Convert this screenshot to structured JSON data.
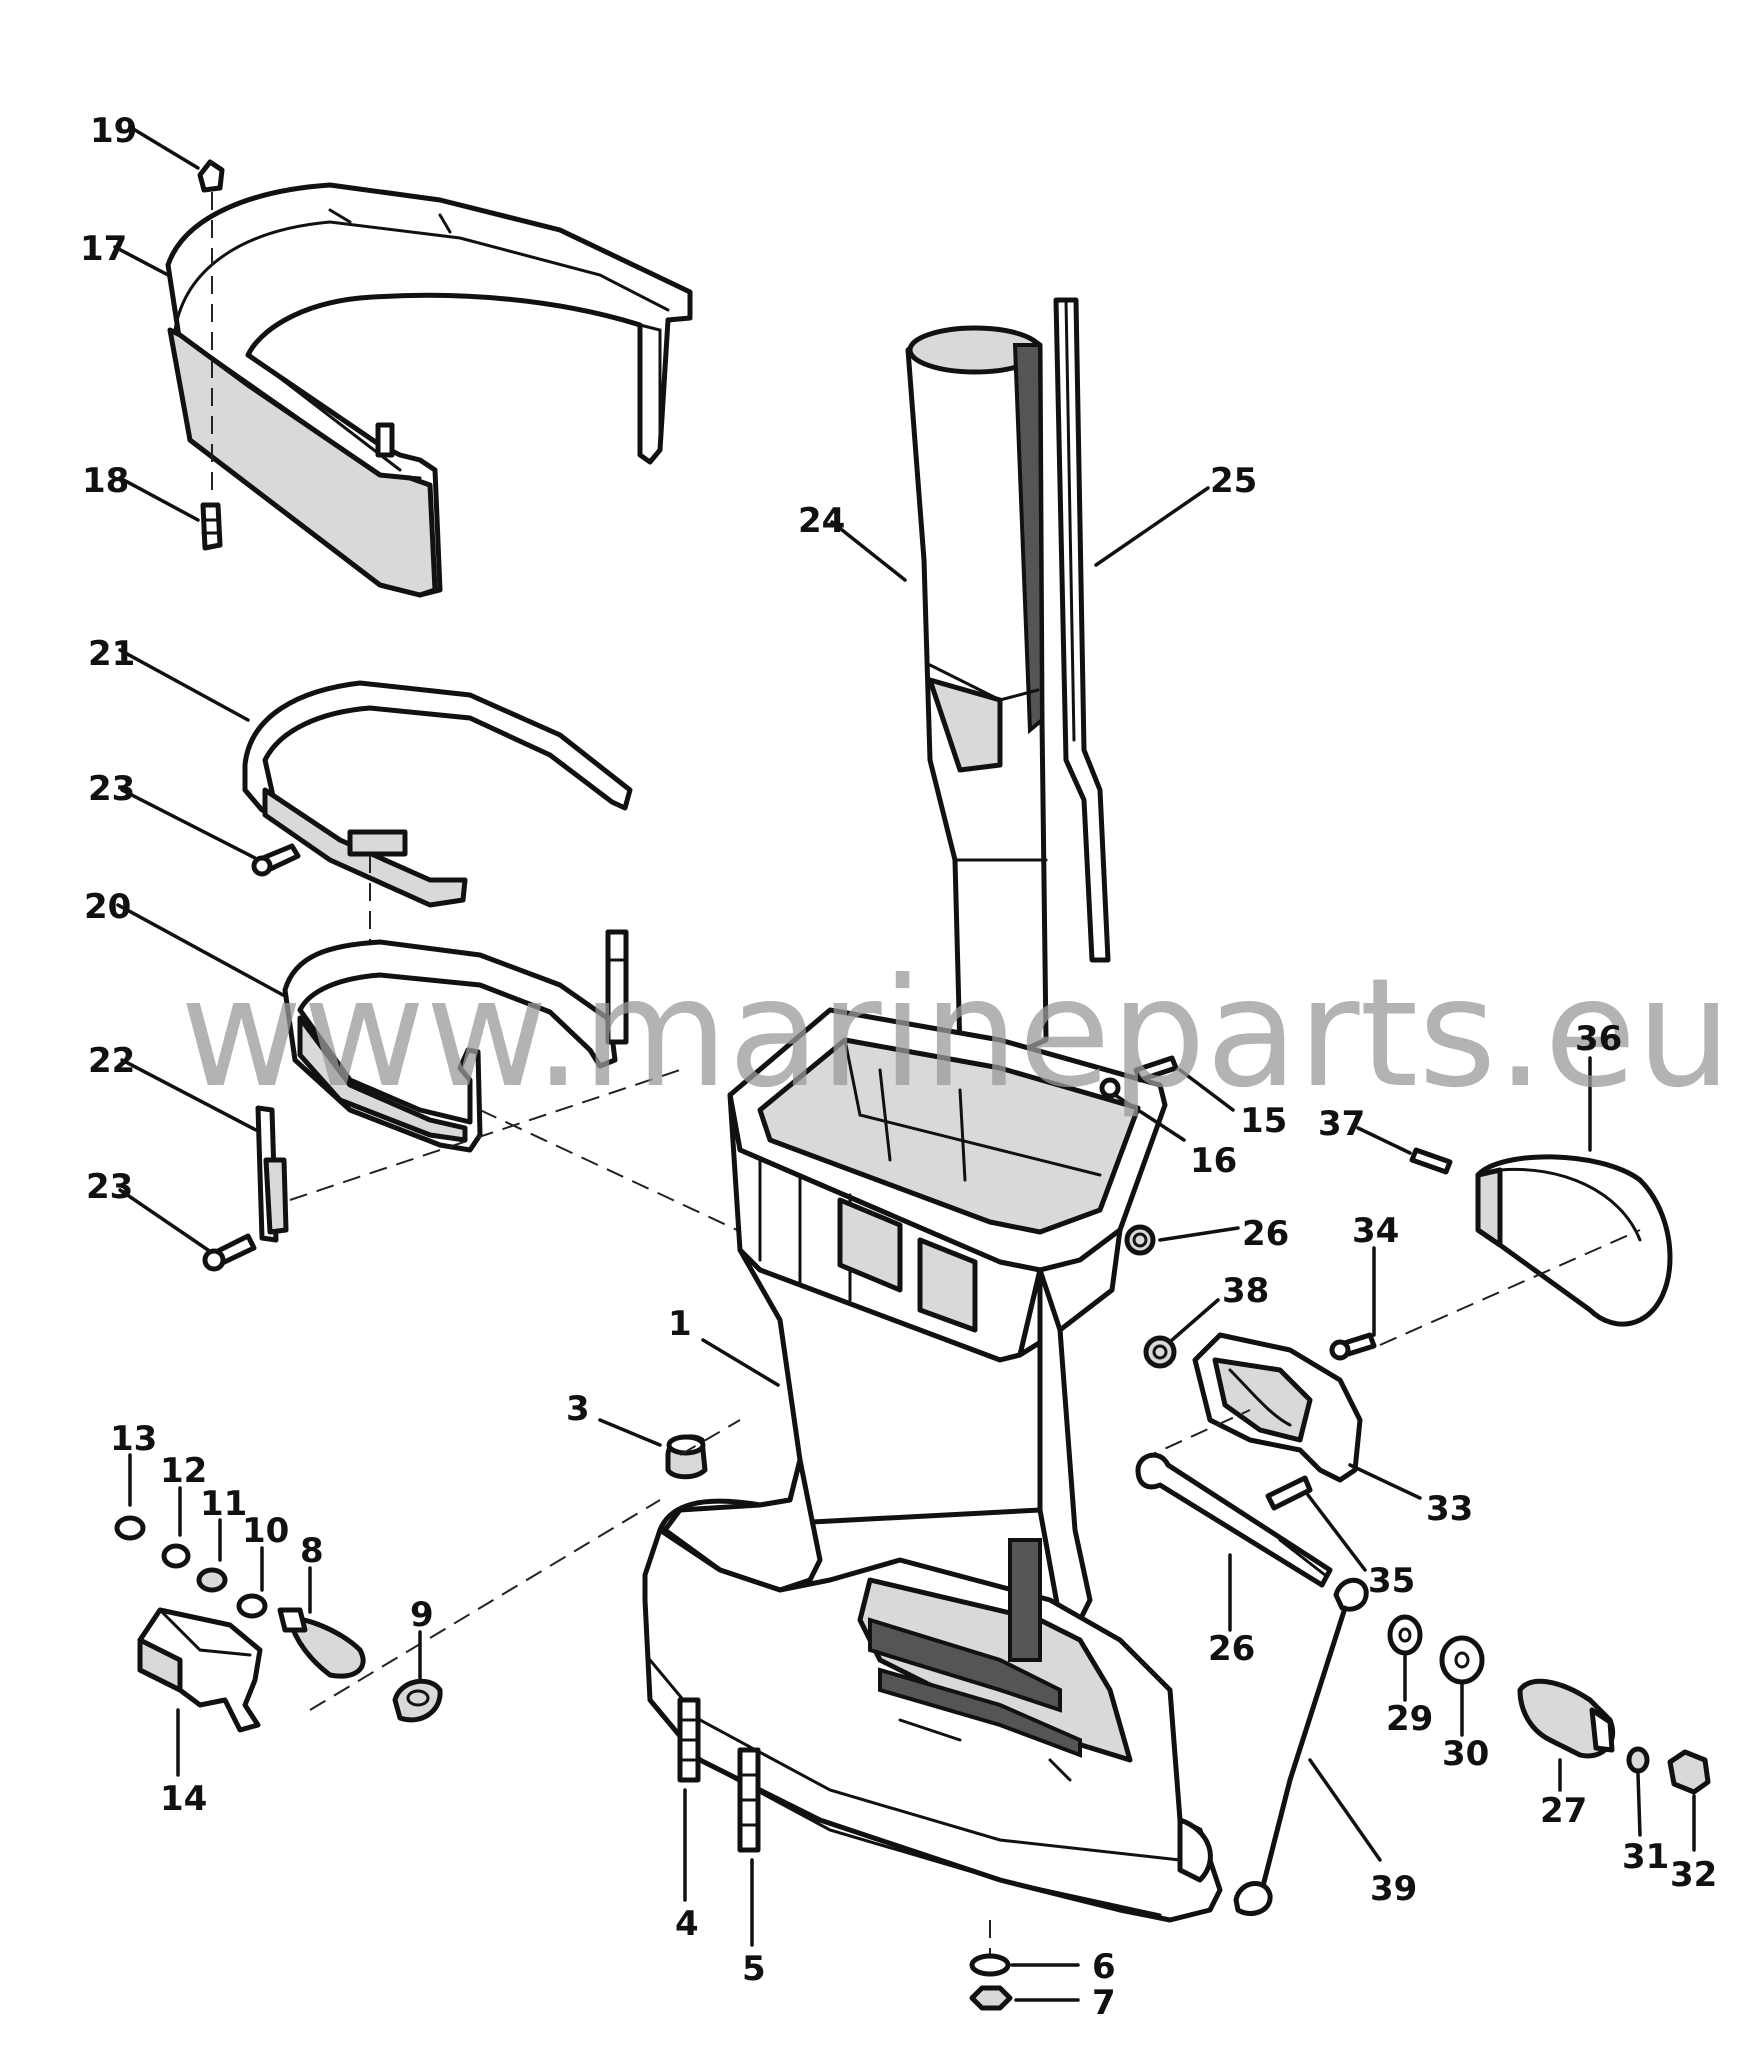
{
  "watermark": "www.marineparts.eu",
  "callouts": {
    "c1": "1",
    "c3": "3",
    "c4": "4",
    "c5": "5",
    "c6": "6",
    "c7": "7",
    "c8": "8",
    "c9": "9",
    "c10": "10",
    "c11": "11",
    "c12": "12",
    "c13": "13",
    "c14": "14",
    "c15": "15",
    "c16": "16",
    "c17": "17",
    "c18": "18",
    "c19": "19",
    "c20": "20",
    "c21": "21",
    "c22": "22",
    "c23a": "23",
    "c23b": "23",
    "c24": "24",
    "c25": "25",
    "c26a": "26",
    "c26b": "26",
    "c27": "27",
    "c29": "29",
    "c30": "30",
    "c31": "31",
    "c32": "32",
    "c33": "33",
    "c34": "34",
    "c35": "35",
    "c36": "36",
    "c37": "37",
    "c38": "38",
    "c39": "39"
  }
}
